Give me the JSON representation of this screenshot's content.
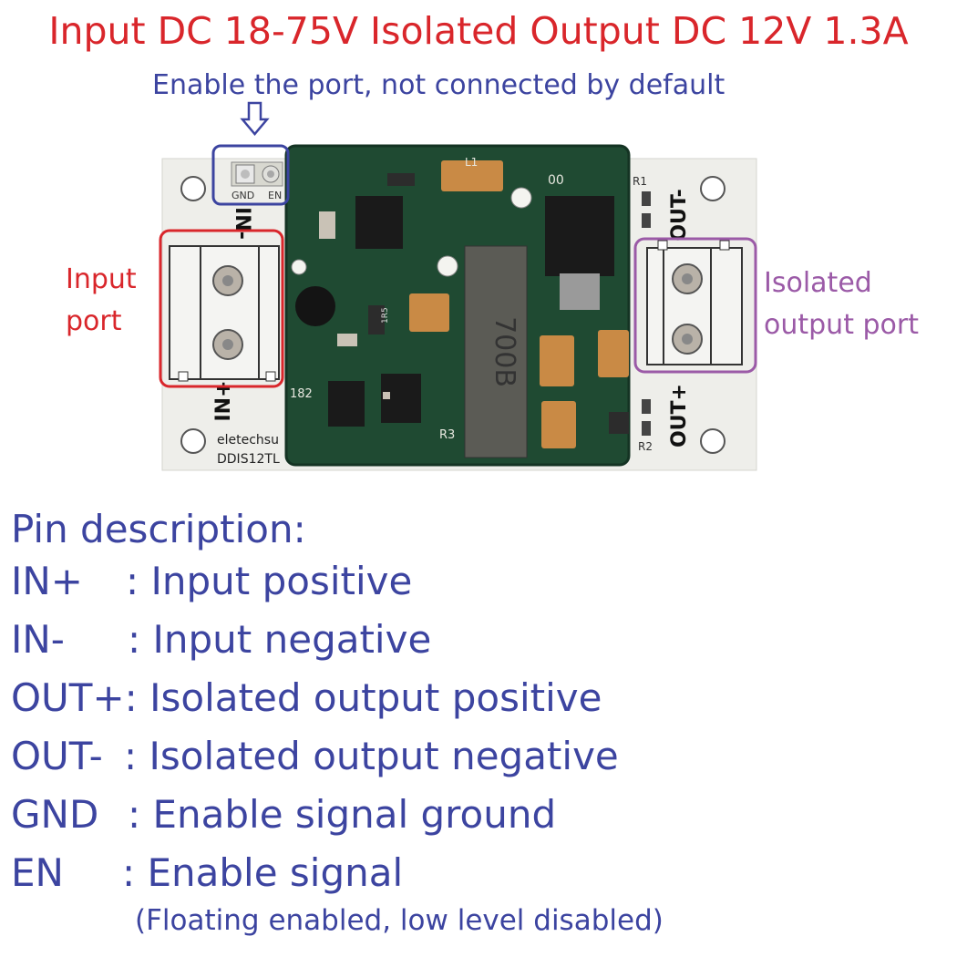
{
  "header": {
    "title": "Input DC 18-75V Isolated Output DC 12V 1.3A",
    "enable_note": "Enable the port, not connected by default"
  },
  "labels": {
    "input_port": [
      "Input",
      "port"
    ],
    "output_port": [
      "Isolated",
      "output port"
    ]
  },
  "board": {
    "silkscreen": {
      "in_minus": "IN-",
      "in_plus": "IN+",
      "out_minus": "OUT-",
      "out_plus": "OUT+",
      "gnd": "GND",
      "en": "EN",
      "brand": "eletechsu",
      "model": "DDIS12TL",
      "inductor": "700B",
      "r1": "R1",
      "r2": "R2",
      "r3": "R3",
      "l1": "L1",
      "c00": "00",
      "r182": "182",
      "r1r5": "1R5"
    },
    "colors": {
      "pcb_green": "#1f4a32",
      "base_white": "#eeeeea",
      "input_box": "#d9262b",
      "enable_box": "#3c44a0",
      "output_box": "#9b5aa7"
    }
  },
  "pins": {
    "title": "Pin description:",
    "rows": [
      {
        "name": "IN+",
        "desc": ": Input positive"
      },
      {
        "name": "IN-",
        "desc": ": Input negative"
      },
      {
        "name": "OUT+",
        "desc": ": Isolated output positive"
      },
      {
        "name": "OUT-",
        "desc": ": Isolated output negative"
      },
      {
        "name": "GND",
        "desc": ": Enable signal ground"
      },
      {
        "name": "EN",
        "desc": ": Enable signal"
      }
    ],
    "note": "(Floating enabled, low level disabled)"
  }
}
